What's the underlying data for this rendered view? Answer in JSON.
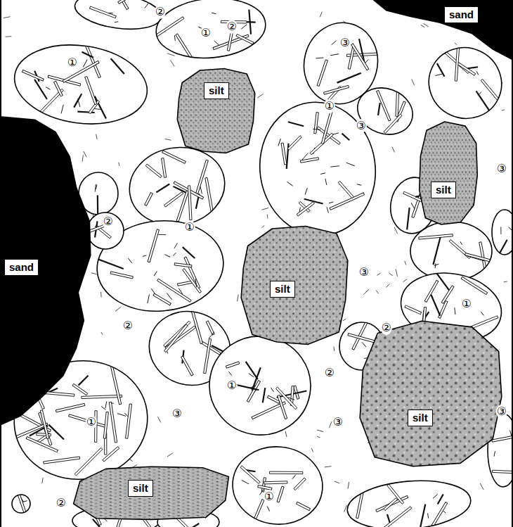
{
  "diagram": {
    "nodes": [
      {
        "text": [
          "sand"
        ]
      },
      {
        "text": [
          "silt"
        ]
      },
      {
        "text": [
          "silt"
        ]
      },
      {
        "text": [
          "sand"
        ]
      },
      {
        "text": [
          "silt"
        ]
      },
      {
        "text": [
          "silt"
        ]
      },
      {
        "text": [
          "silt"
        ]
      }
    ],
    "labels": [
      "②",
      "②",
      "①",
      "③",
      "①",
      "①",
      "③",
      "③",
      "②",
      "①",
      "③",
      "①",
      "②",
      "②",
      "②",
      "①",
      "③",
      "③",
      "③",
      "①",
      "①",
      "②"
    ]
  }
}
